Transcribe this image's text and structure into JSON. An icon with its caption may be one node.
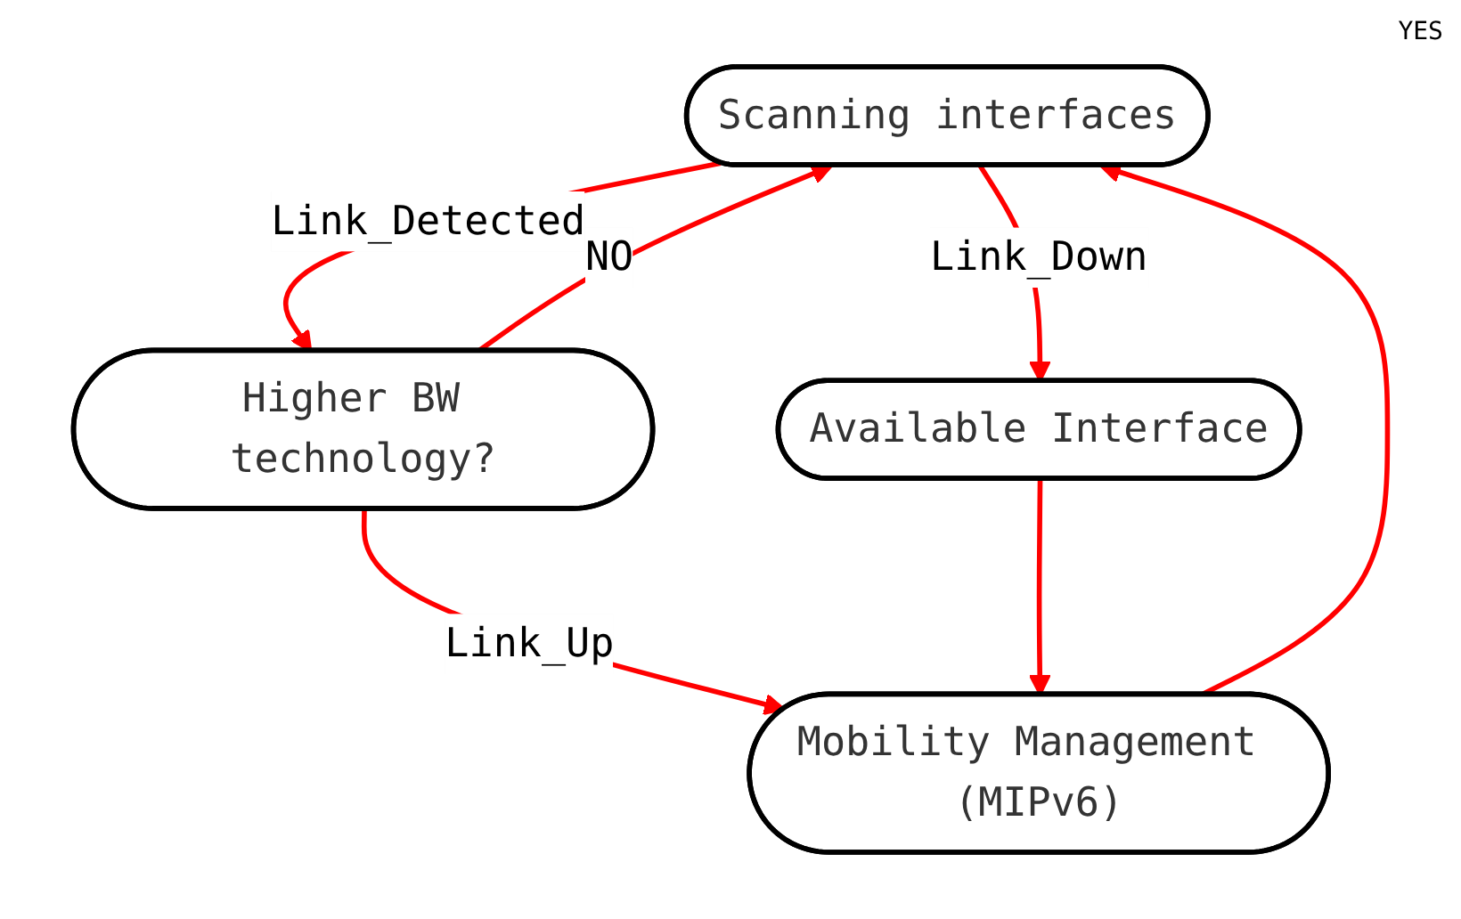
{
  "diagram": {
    "nodes": [
      {
        "text": [
          "Scanning interfaces"
        ]
      },
      {
        "text": [
          "Higher BW technology?"
        ]
      },
      {
        "text": [
          "Available Interface"
        ]
      },
      {
        "text": [
          "Mobility Management (MIPv6)"
        ]
      }
    ],
    "edges": [
      {
        "from": 0,
        "to": 1,
        "arrow": "to",
        "label": "Link_Detected"
      },
      {
        "from": 1,
        "to": 0,
        "arrow": "to",
        "label": "NO"
      },
      {
        "from": 1,
        "to": 3,
        "arrow": "to",
        "label": "Link_Up"
      },
      {
        "from": 0,
        "to": 2,
        "arrow": "to",
        "label": "Link_Down"
      },
      {
        "from": 2,
        "to": 3,
        "arrow": "to"
      },
      {
        "from": 3,
        "to": 0,
        "arrow": "to"
      }
    ],
    "labels": [
      "YES"
    ]
  }
}
